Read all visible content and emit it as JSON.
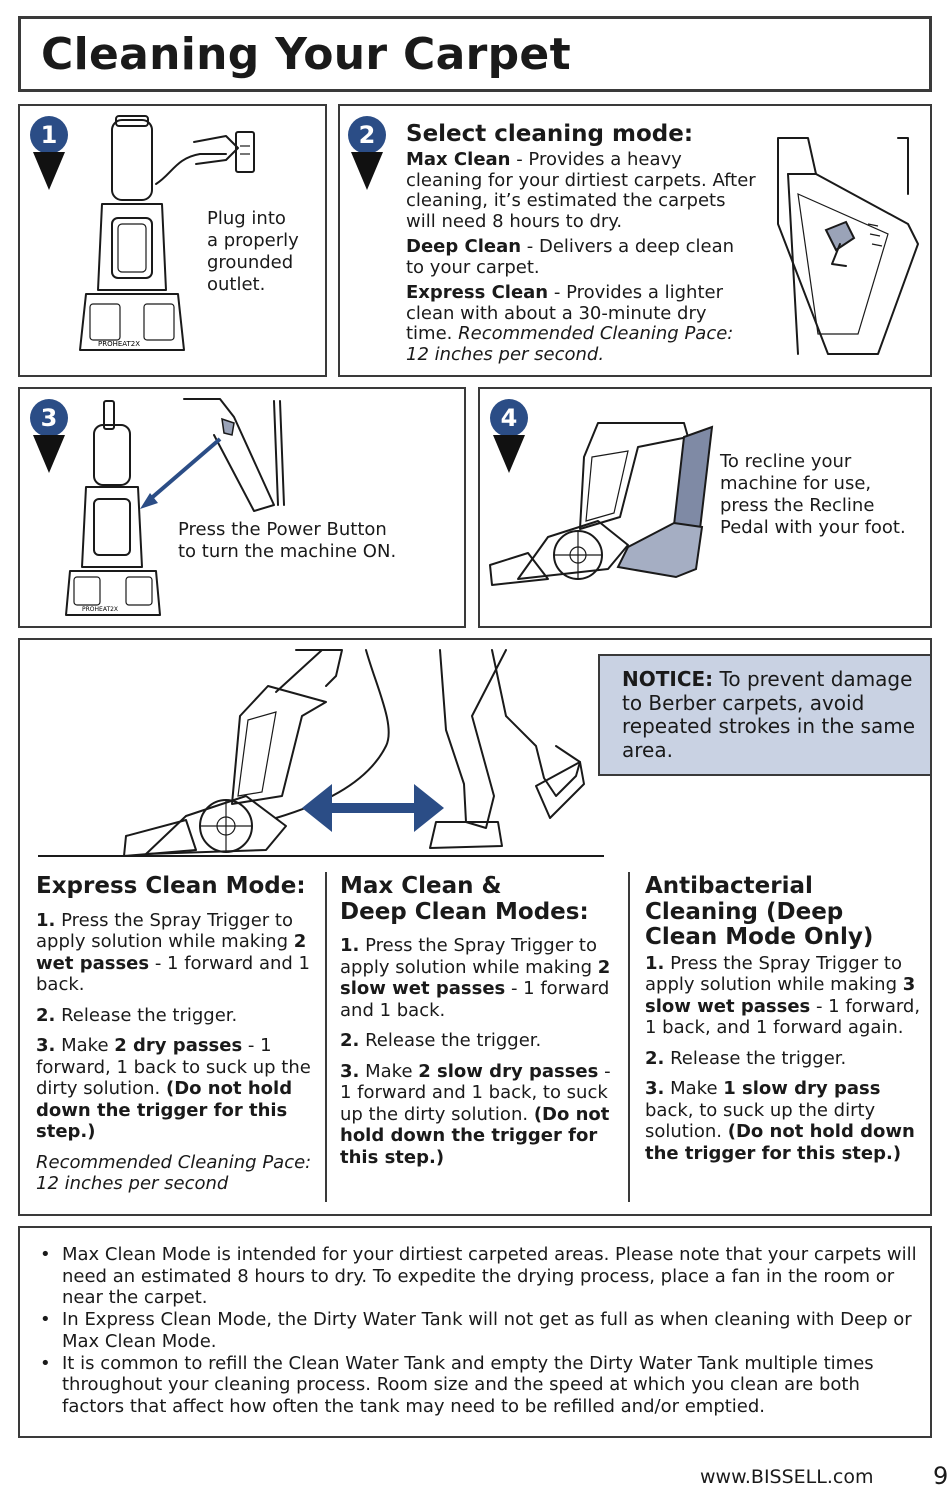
{
  "title": "Cleaning Your Carpet",
  "colors": {
    "accent": "#2b4d86",
    "notice_bg": "#c9d2e3",
    "leg_gray": "#7f8aa5"
  },
  "step1": {
    "number": "1",
    "lines": [
      "Plug into",
      "a properly",
      "grounded",
      "outlet."
    ],
    "machine_brand": "PROHEAT2X"
  },
  "step2": {
    "number": "2",
    "heading": "Select cleaning mode:",
    "max": {
      "label": "Max Clean",
      "text": " - Provides a heavy cleaning for your dirtiest carpets. After cleaning, it’s estimated the carpets will need 8 hours to dry."
    },
    "deep": {
      "label": "Deep Clean",
      "text": " - Delivers a deep clean to your carpet."
    },
    "express": {
      "label": "Express Clean",
      "text": " - Provides a lighter clean with about a 30-minute dry time. ",
      "note": "Recommended Cleaning Pace: 12 inches per second."
    }
  },
  "step3": {
    "number": "3",
    "lines": [
      "Press the Power Button",
      "to turn the machine ON."
    ],
    "machine_brand": "PROHEAT2X"
  },
  "step4": {
    "number": "4",
    "lines": [
      "To recline your",
      "machine for use,",
      "press the Recline",
      "Pedal with your foot."
    ]
  },
  "notice": {
    "label": "NOTICE:",
    "text": " To prevent damage to Berber carpets, avoid repeated strokes in the same area."
  },
  "express_mode": {
    "heading": "Express Clean Mode:",
    "s1_num": "1.",
    "s1_a": " Press the Spray Trigger to apply solution while making ",
    "s1_b": "2 wet passes",
    "s1_c": " - 1 forward and 1 back.",
    "s2_num": "2.",
    "s2_a": " Release the trigger.",
    "s3_num": "3.",
    "s3_a": " Make ",
    "s3_b": "2 dry passes",
    "s3_c": " - 1 forward, 1 back to suck up the dirty solution. ",
    "s3_d": "(Do not hold down the trigger for this step.)",
    "pace": "Recommended Cleaning Pace: 12 inches per second"
  },
  "max_deep_mode": {
    "heading_1": "Max Clean &",
    "heading_2": "Deep Clean Modes:",
    "s1_num": "1.",
    "s1_a": " Press the Spray Trigger to apply solution while making ",
    "s1_b": "2 slow wet passes",
    "s1_c": " - 1 forward and 1 back.",
    "s2_num": "2.",
    "s2_a": " Release the trigger.",
    "s3_num": "3.",
    "s3_a": " Make ",
    "s3_b": "2 slow dry passes",
    "s3_c": " - 1 forward and 1 back, to suck up the dirty solution. ",
    "s3_d": "(Do not hold down the trigger for this step.)"
  },
  "antibacterial_mode": {
    "heading": "Antibacterial Cleaning (Deep Clean Mode Only)",
    "s1_num": "1.",
    "s1_a": " Press the Spray Trigger to apply solution while making ",
    "s1_b": "3 slow wet passes",
    "s1_c": " - 1 forward, 1 back, and 1 forward again.",
    "s2_num": "2.",
    "s2_a": " Release the trigger.",
    "s3_num": "3.",
    "s3_a": " Make ",
    "s3_b": "1 slow dry pass",
    "s3_c": " back, to suck up the dirty solution. ",
    "s3_d": "(Do not hold down the trigger for this step.)"
  },
  "notes": [
    "Max Clean Mode is intended for your dirtiest carpeted areas. Please note that your carpets will need an estimated 8 hours to dry. To expedite the drying process, place a fan in the room or near the carpet.",
    "In Express Clean Mode, the Dirty Water Tank will not get as full as when cleaning with Deep or Max Clean Mode.",
    "It is common to refill the Clean Water Tank and empty the Dirty Water Tank multiple times throughout your cleaning process. Room size and the speed at which you clean are both factors that affect how often the tank may need to be refilled and/or emptied."
  ],
  "footer": {
    "url": "www.BISSELL.com",
    "page": "9"
  }
}
